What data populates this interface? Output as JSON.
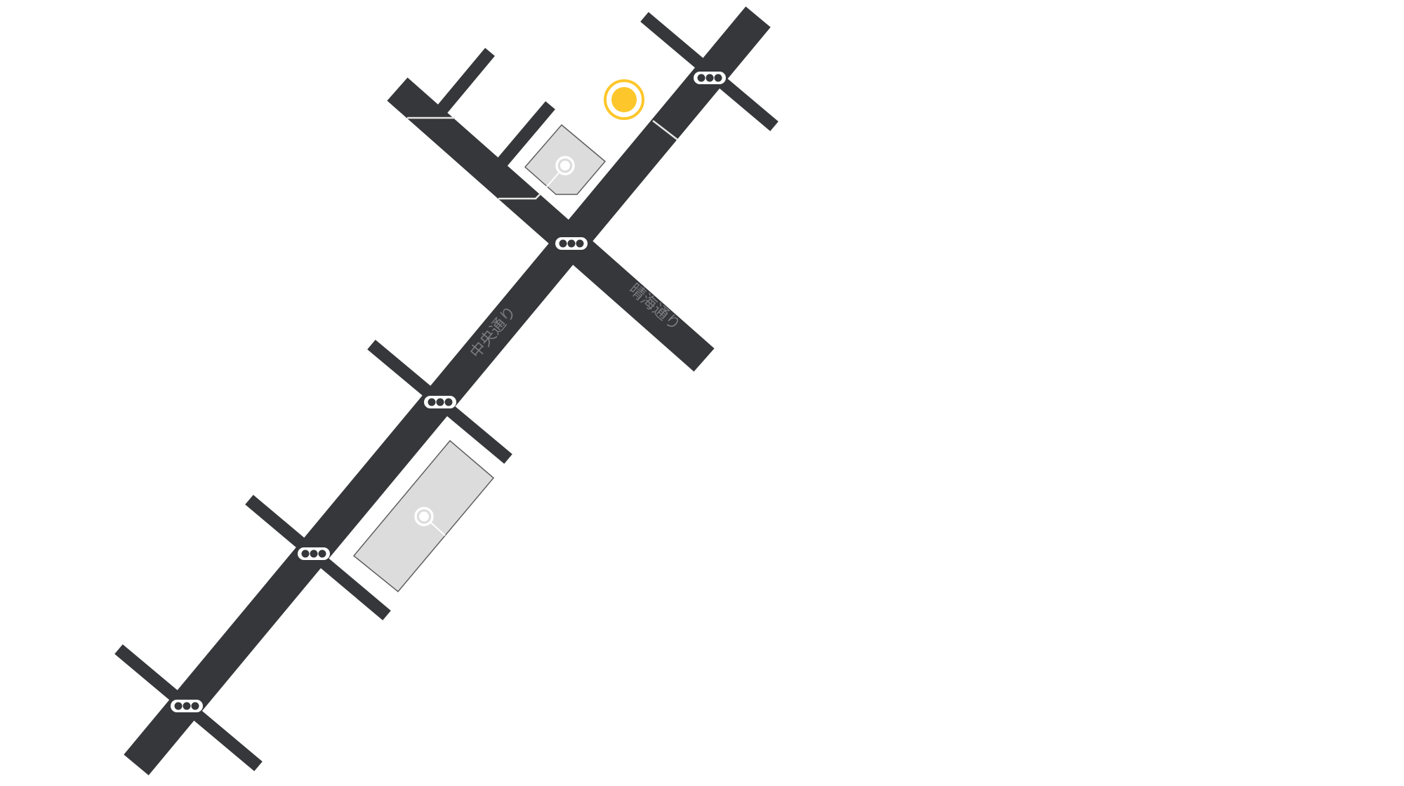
{
  "map": {
    "colors": {
      "road": "#36373a",
      "building_fill": "#dcdcdc",
      "building_stroke": "#5e5e5e",
      "label": "#7b7c80",
      "current_location": "#fdc72b",
      "background": "#ffffff"
    },
    "roads": [
      {
        "id": "chuo-dori",
        "label": "中央通り",
        "type": "main"
      },
      {
        "id": "harumi-dori",
        "label": "晴海通り",
        "type": "main"
      }
    ],
    "traffic_signals": [
      {
        "id": "signal-1",
        "icon": "traffic-light-icon"
      },
      {
        "id": "signal-2",
        "icon": "traffic-light-icon"
      },
      {
        "id": "signal-3",
        "icon": "traffic-light-icon"
      },
      {
        "id": "signal-4",
        "icon": "traffic-light-icon"
      },
      {
        "id": "signal-5",
        "icon": "traffic-light-icon"
      }
    ],
    "buildings": [
      {
        "id": "building-a",
        "marker_icon": "map-pin-icon"
      },
      {
        "id": "building-b",
        "marker_icon": "map-pin-icon"
      }
    ],
    "current_location": {
      "icon": "current-location-icon"
    }
  }
}
